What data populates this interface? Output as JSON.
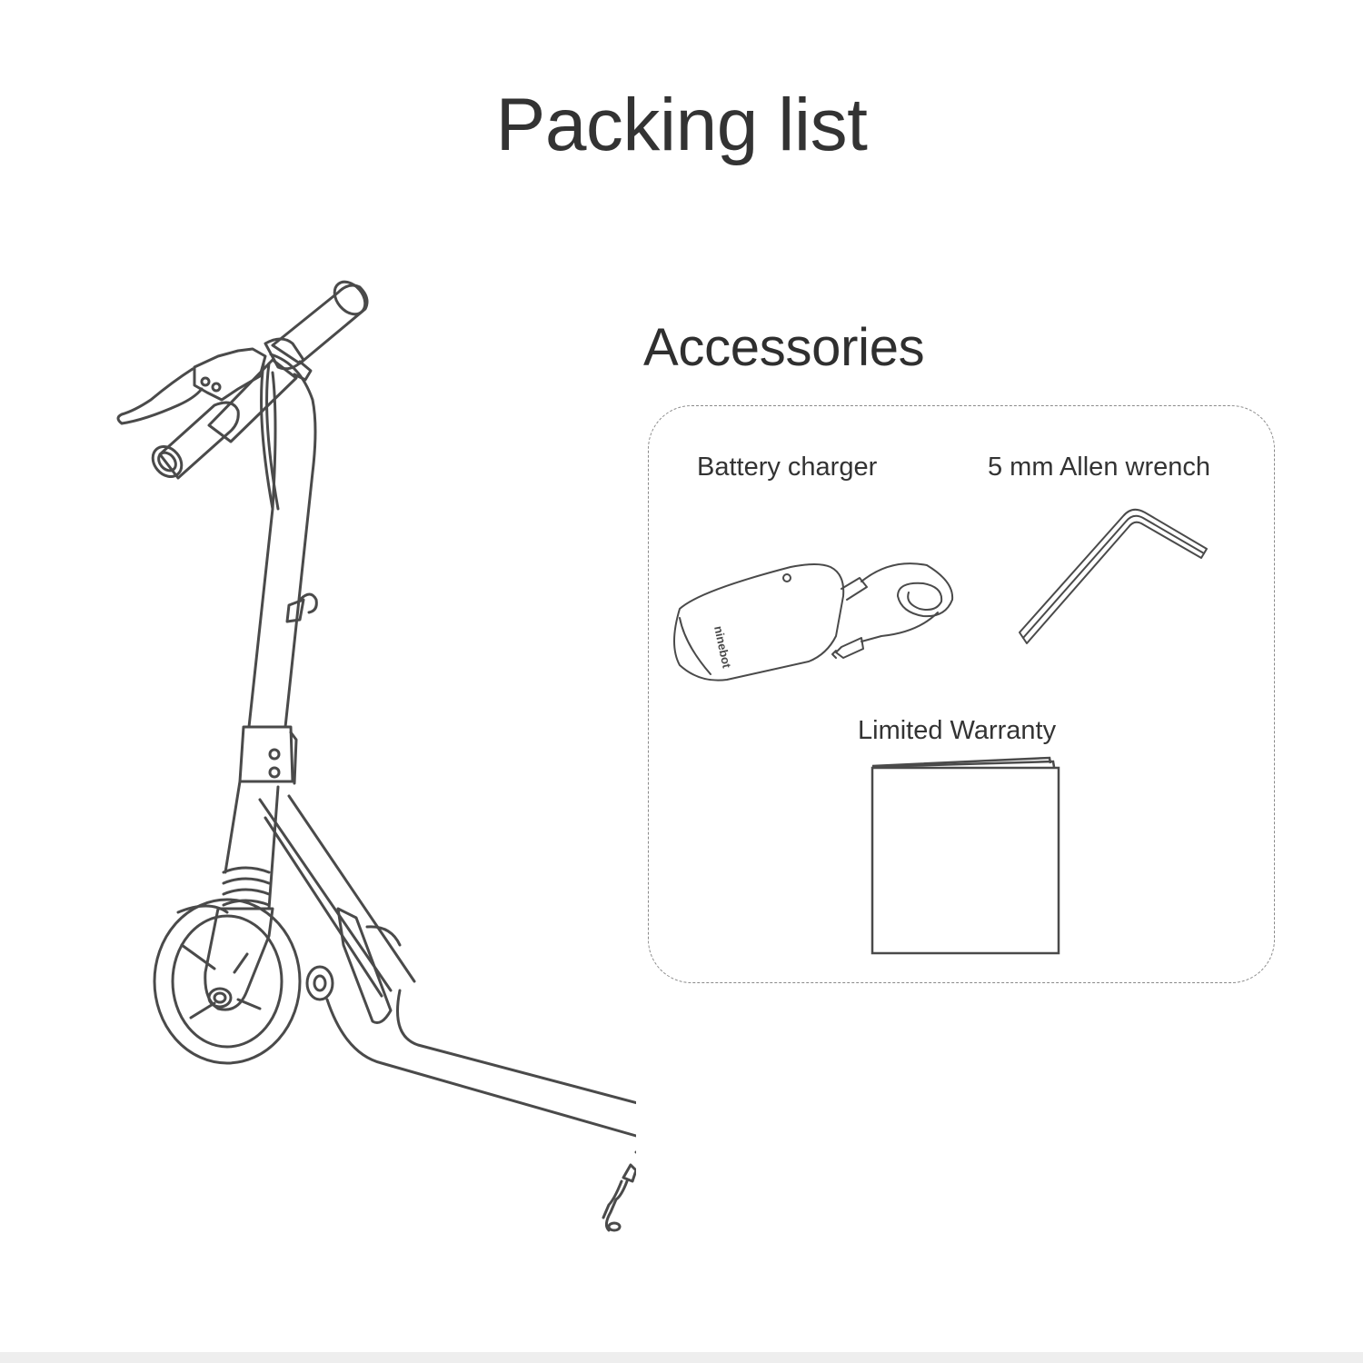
{
  "page": {
    "title": "Packing list",
    "background": "#ffffff",
    "line_color": "#4a4a4a",
    "text_color": "#333333"
  },
  "main_product": {
    "name": "scooter",
    "icon": "kick-scooter-line-drawing"
  },
  "accessories": {
    "title": "Accessories",
    "items": [
      {
        "label": "Battery charger",
        "icon": "battery-charger-icon",
        "brand_mark": "ninebot"
      },
      {
        "label": "5 mm Allen wrench",
        "icon": "allen-wrench-icon"
      },
      {
        "label": "Limited Warranty",
        "icon": "booklet-icon"
      }
    ]
  }
}
